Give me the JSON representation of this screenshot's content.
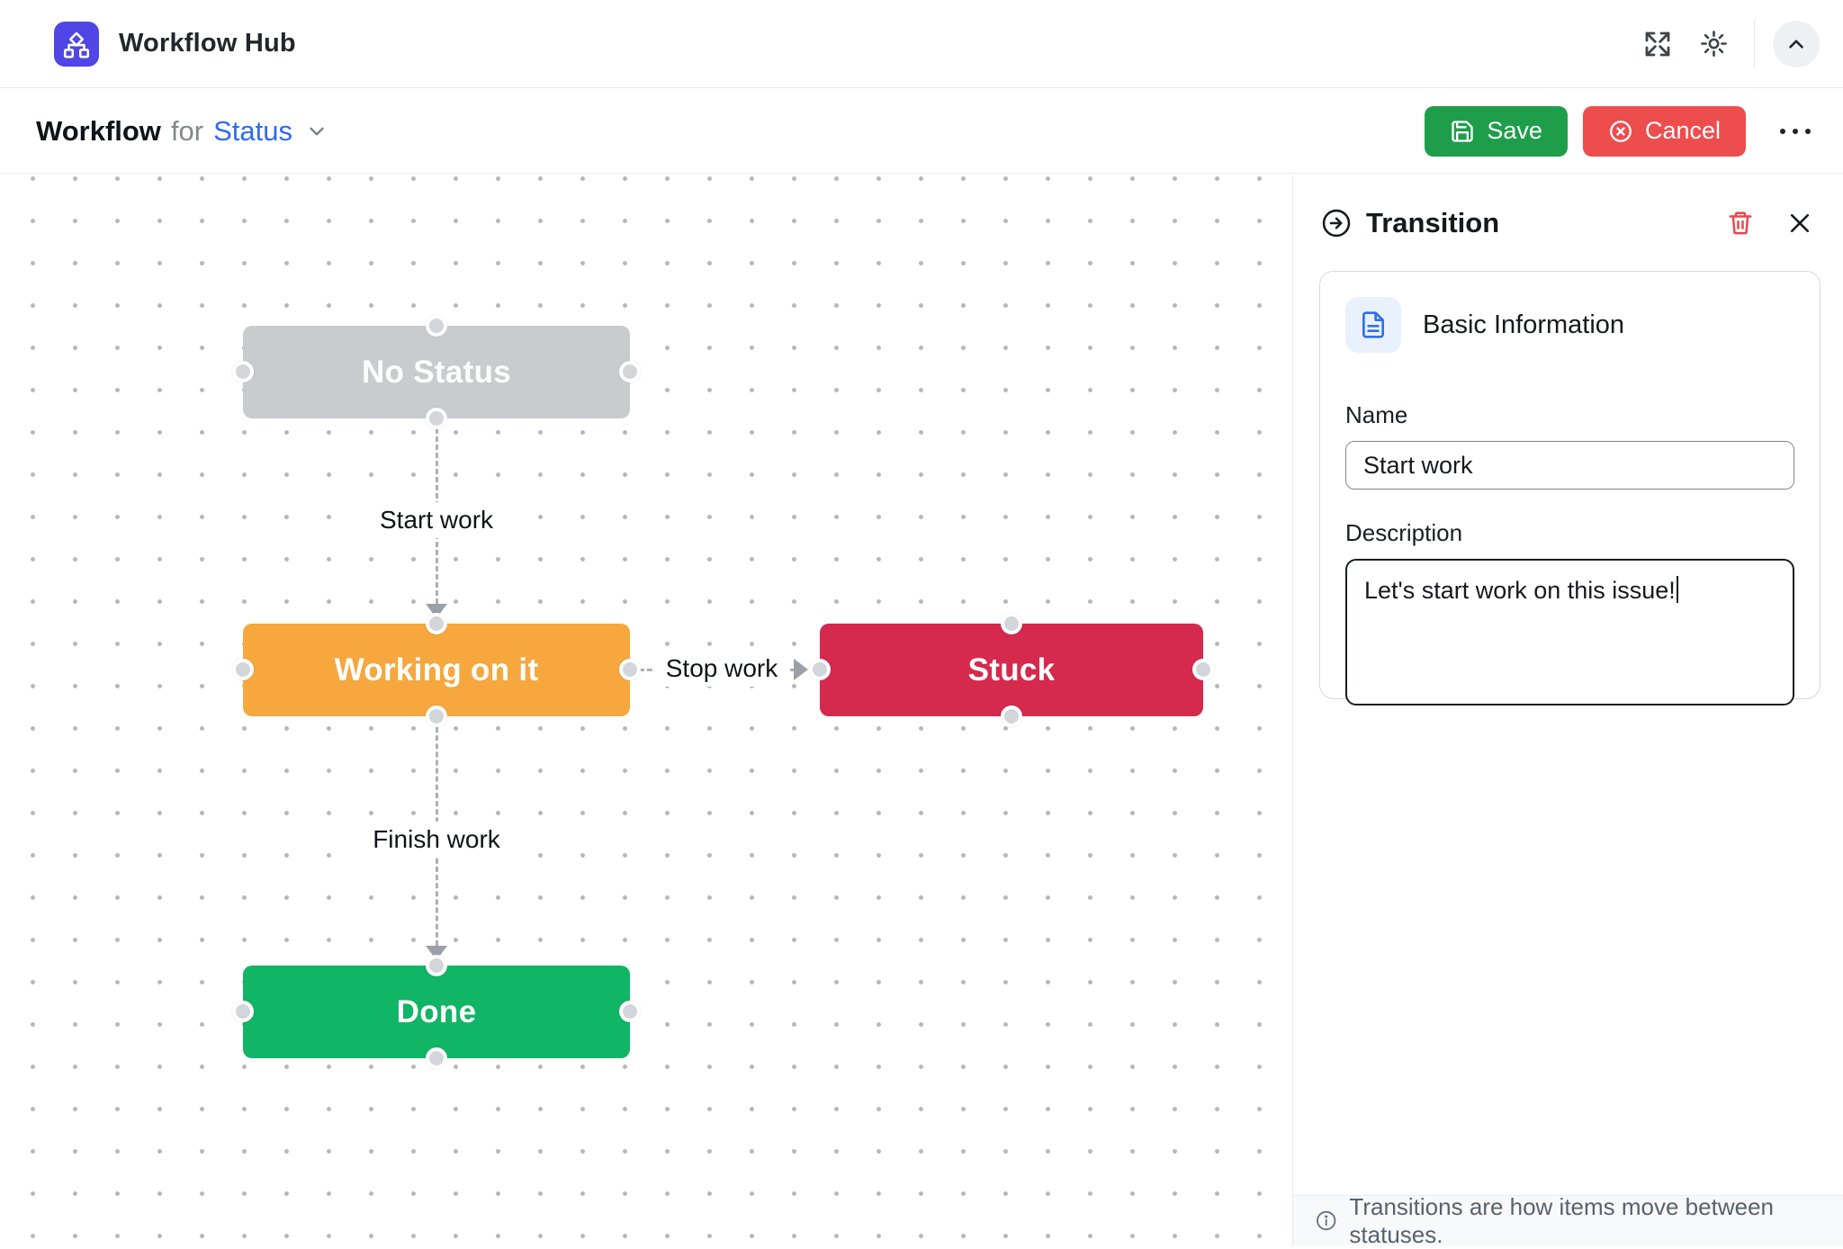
{
  "header": {
    "app_title": "Workflow Hub"
  },
  "toolbar": {
    "title_main": "Workflow",
    "title_connector": "for",
    "title_entity": "Status",
    "save_label": "Save",
    "cancel_label": "Cancel"
  },
  "canvas": {
    "nodes": [
      {
        "id": "no-status",
        "label": "No Status",
        "color": "#c9cbce"
      },
      {
        "id": "working",
        "label": "Working on it",
        "color": "#f6a73e"
      },
      {
        "id": "stuck",
        "label": "Stuck",
        "color": "#d5294d"
      },
      {
        "id": "done",
        "label": "Done",
        "color": "#10b565"
      }
    ],
    "transitions": [
      {
        "label": "Start work",
        "from": "No Status",
        "to": "Working on it"
      },
      {
        "label": "Stop work",
        "from": "Working on it",
        "to": "Stuck"
      },
      {
        "label": "Finish work",
        "from": "Working on it",
        "to": "Done"
      }
    ]
  },
  "panel": {
    "title": "Transition",
    "section_title": "Basic Information",
    "name_label": "Name",
    "name_value": "Start work",
    "description_label": "Description",
    "description_value": "Let's start work on this issue!",
    "footer_note": "Transitions are how items move between statuses."
  },
  "colors": {
    "brand_indigo": "#4f46e5",
    "save_green": "#1e9e4a",
    "cancel_red": "#ee4d4d",
    "entity_blue": "#2e6bf0",
    "trash_red": "#e5484d",
    "node_gray": "#c9cbce",
    "node_orange": "#f6a73e",
    "node_red": "#d5294d",
    "node_green": "#10b565"
  }
}
